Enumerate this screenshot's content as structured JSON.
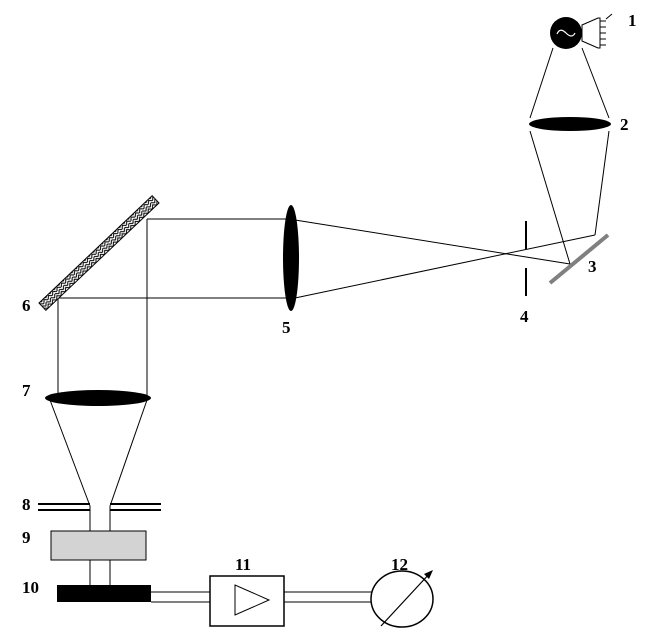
{
  "labels": {
    "n1": "1",
    "n2": "2",
    "n3": "3",
    "n4": "4",
    "n5": "5",
    "n6": "6",
    "n7": "7",
    "n8": "8",
    "n9": "9",
    "n10": "10",
    "n11": "11",
    "n12": "12"
  },
  "colors": {
    "ink": "#000000",
    "background": "#ffffff",
    "beam_splitter": "#808080",
    "sample": "#d3d3d3"
  },
  "icons": {
    "source": "light-bulb-icon",
    "amplifier": "amplifier-triangle-icon",
    "meter": "gauge-meter-icon"
  }
}
